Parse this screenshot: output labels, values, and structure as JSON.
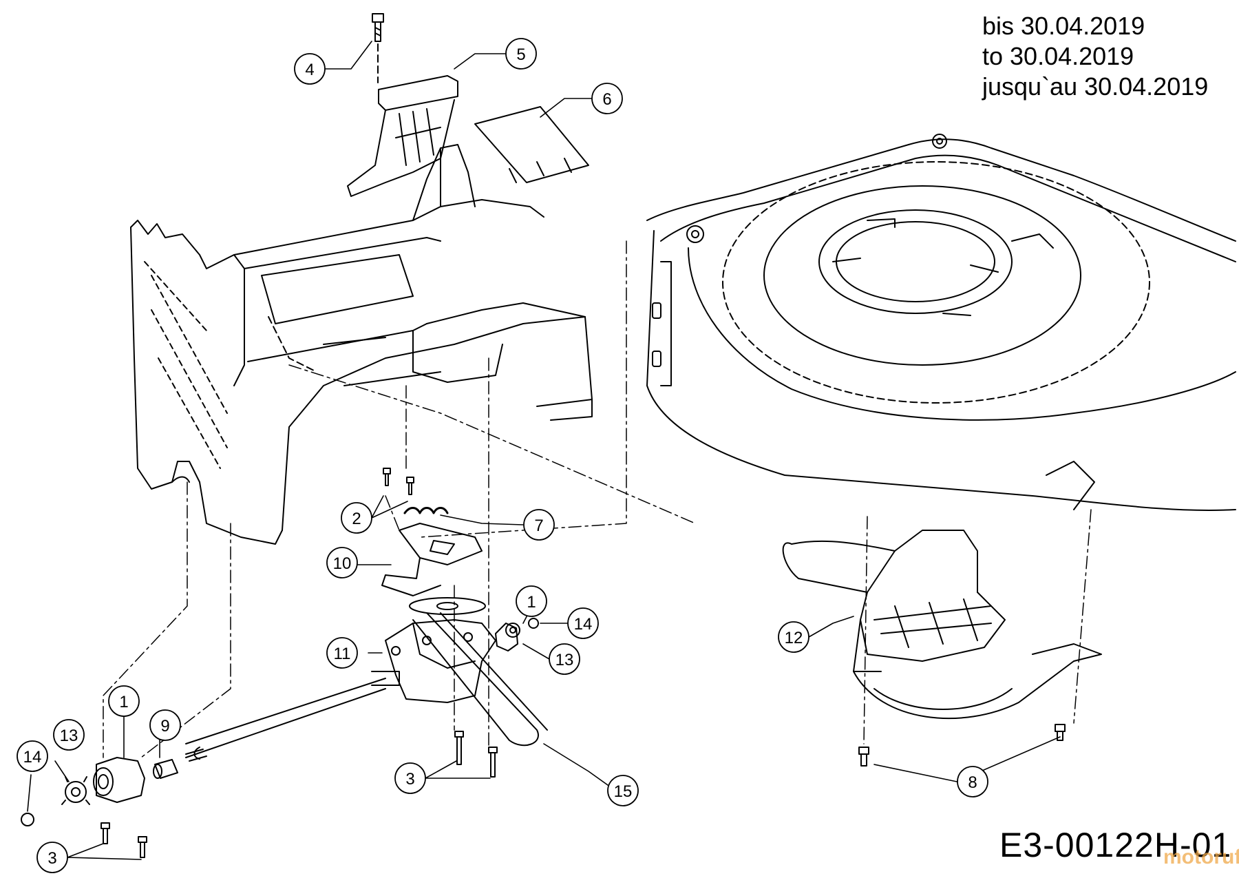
{
  "header": {
    "validity_lines": [
      "bis 30.04.2019",
      "to 30.04.2019",
      "jusqu`au 30.04.2019"
    ]
  },
  "footer": {
    "drawing_code": "E3-00122H-01",
    "watermark": "motoruf"
  },
  "callouts": [
    {
      "id": "c4",
      "label": "4"
    },
    {
      "id": "c5",
      "label": "5"
    },
    {
      "id": "c6",
      "label": "6"
    },
    {
      "id": "c2",
      "label": "2"
    },
    {
      "id": "c7",
      "label": "7"
    },
    {
      "id": "c10",
      "label": "10"
    },
    {
      "id": "c1a",
      "label": "1"
    },
    {
      "id": "c14a",
      "label": "14"
    },
    {
      "id": "c11",
      "label": "11"
    },
    {
      "id": "c13a",
      "label": "13"
    },
    {
      "id": "c12",
      "label": "12"
    },
    {
      "id": "c1b",
      "label": "1"
    },
    {
      "id": "c9",
      "label": "9"
    },
    {
      "id": "c13b",
      "label": "13"
    },
    {
      "id": "c14b",
      "label": "14"
    },
    {
      "id": "c3a",
      "label": "3"
    },
    {
      "id": "c3b",
      "label": "3"
    },
    {
      "id": "c15",
      "label": "15"
    },
    {
      "id": "c8",
      "label": "8"
    }
  ]
}
